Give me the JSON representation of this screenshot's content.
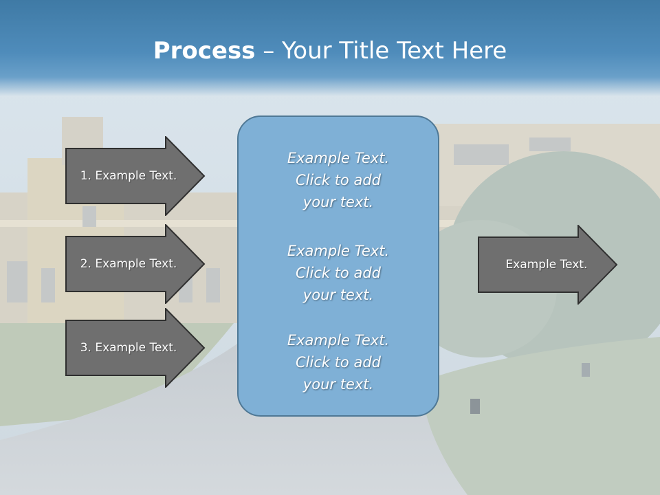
{
  "slide": {
    "title_bold": "Process",
    "title_rest": " – Your Title Text Here"
  },
  "left_arrows": [
    {
      "label": "1. Example Text."
    },
    {
      "label": "2. Example Text."
    },
    {
      "label": "3. Example Text."
    }
  ],
  "center_box": {
    "paragraphs": [
      {
        "line1": "Example Text.",
        "line2": "Click  to add",
        "line3": "your text."
      },
      {
        "line1": "Example Text.",
        "line2": "Click  to add",
        "line3": "your text."
      },
      {
        "line1": "Example Text.",
        "line2": "Click  to add",
        "line3": "your text."
      }
    ]
  },
  "right_arrow": {
    "label": "Example Text."
  },
  "colors": {
    "title_band": "#4f8cbb",
    "center_box_fill": "#7fb0d6",
    "arrow_fill": "#6f6f6f",
    "arrow_stroke": "#2f2f2f"
  }
}
